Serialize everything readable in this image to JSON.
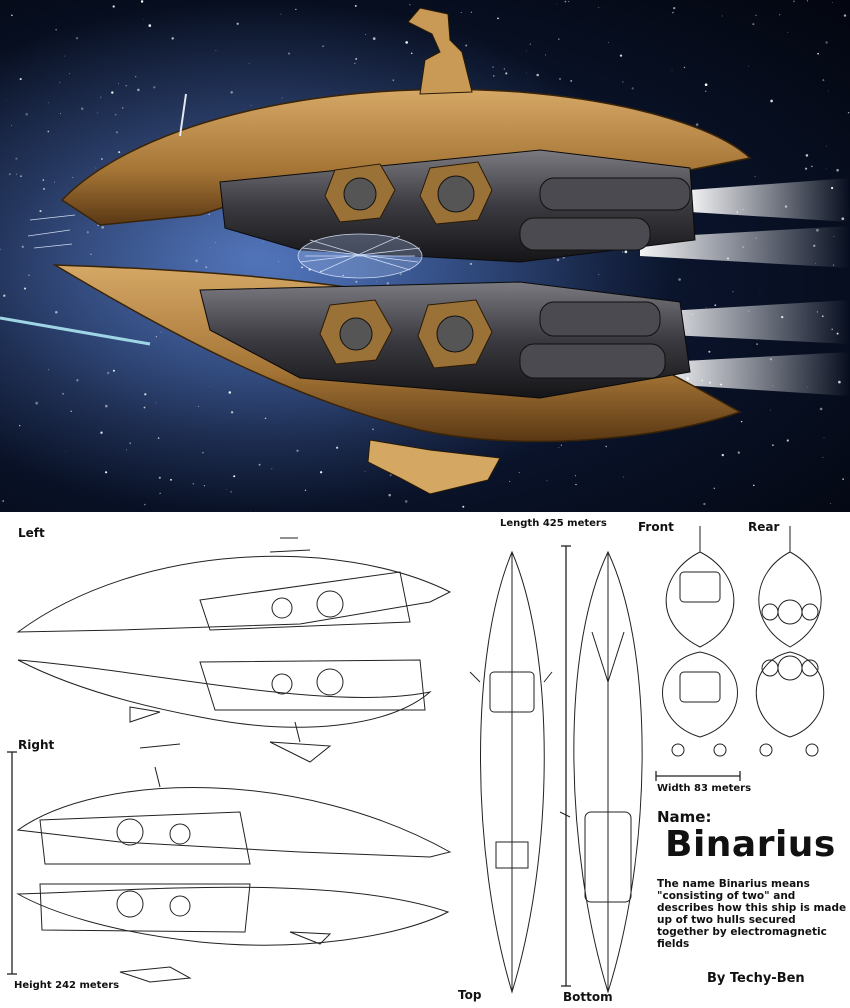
{
  "labels": {
    "left": "Left",
    "right": "Right",
    "length": "Length 425 meters",
    "front": "Front",
    "rear": "Rear",
    "width": "Width 83 meters",
    "height": "Height 242 meters",
    "top": "Top",
    "bottom": "Bottom"
  },
  "info": {
    "name_heading": "Name:",
    "ship_name": "Binarius",
    "description": "The name Binarius means \"consisting of two\" and describes how this ship is made up of two hulls secured together by electromagnetic fields",
    "credit": "By Techy-Ben"
  },
  "colors": {
    "hull": "#b8874a",
    "hull_dark": "#6e4a20",
    "engine": "#3a3a3e",
    "space": "#050a18",
    "line": "#222222"
  }
}
